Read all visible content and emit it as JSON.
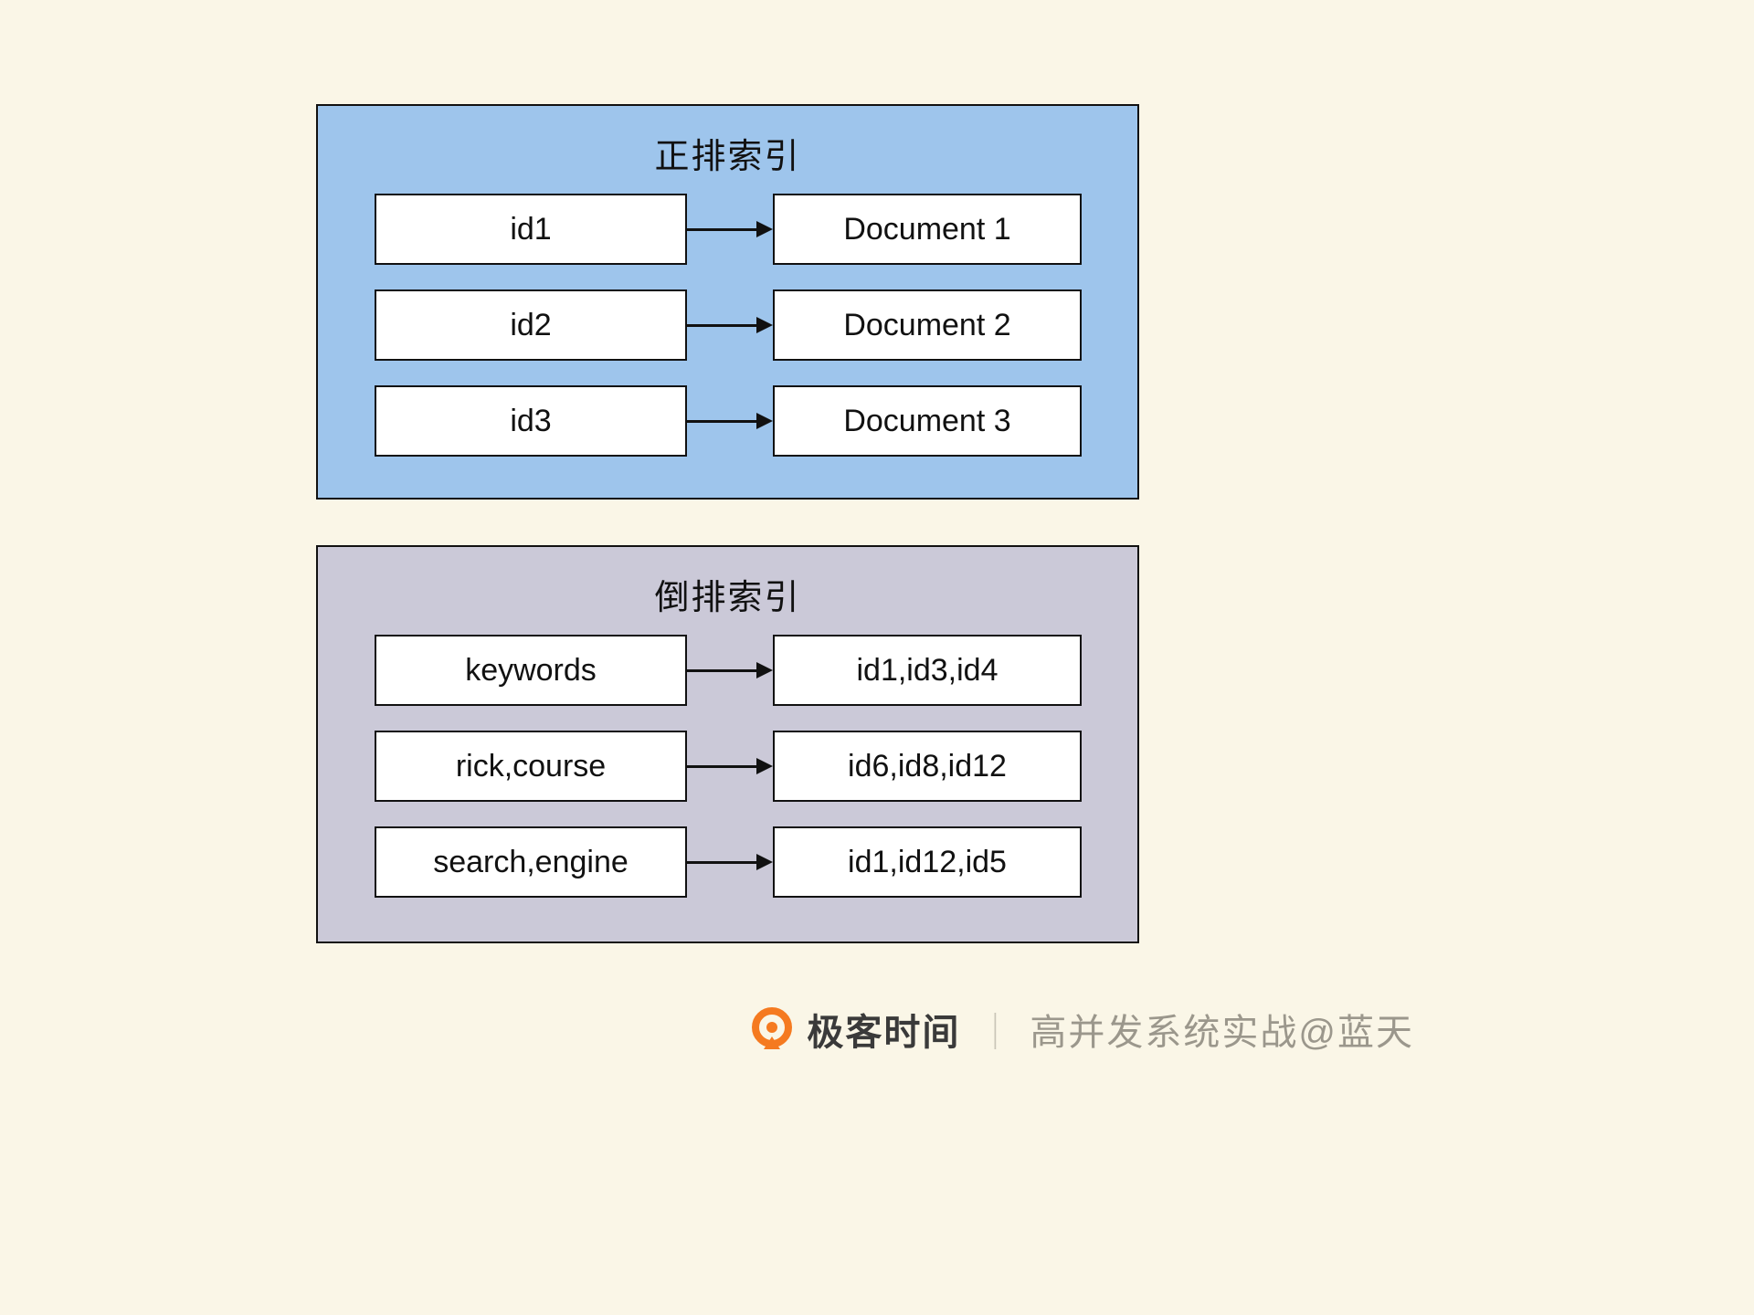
{
  "colors": {
    "page_bg": "#faf6e7",
    "forward_panel_bg": "#9ec5ec",
    "inverted_panel_bg": "#cbc9d8",
    "node_bg": "#ffffff",
    "line": "#111111",
    "brand_orange": "#f57a20",
    "credit_gray": "#9b978c"
  },
  "panels": [
    {
      "title": "正排索引",
      "rows": [
        {
          "left": "id1",
          "right": "Document 1"
        },
        {
          "left": "id2",
          "right": "Document 2"
        },
        {
          "left": "id3",
          "right": "Document 3"
        }
      ]
    },
    {
      "title": "倒排索引",
      "rows": [
        {
          "left": "keywords",
          "right": "id1,id3,id4"
        },
        {
          "left": "rick,course",
          "right": "id6,id8,id12"
        },
        {
          "left": "search,engine",
          "right": "id1,id12,id5"
        }
      ]
    }
  ],
  "footer": {
    "brand": "极客时间",
    "separator": "｜",
    "credit": "高并发系统实战@蓝天"
  }
}
